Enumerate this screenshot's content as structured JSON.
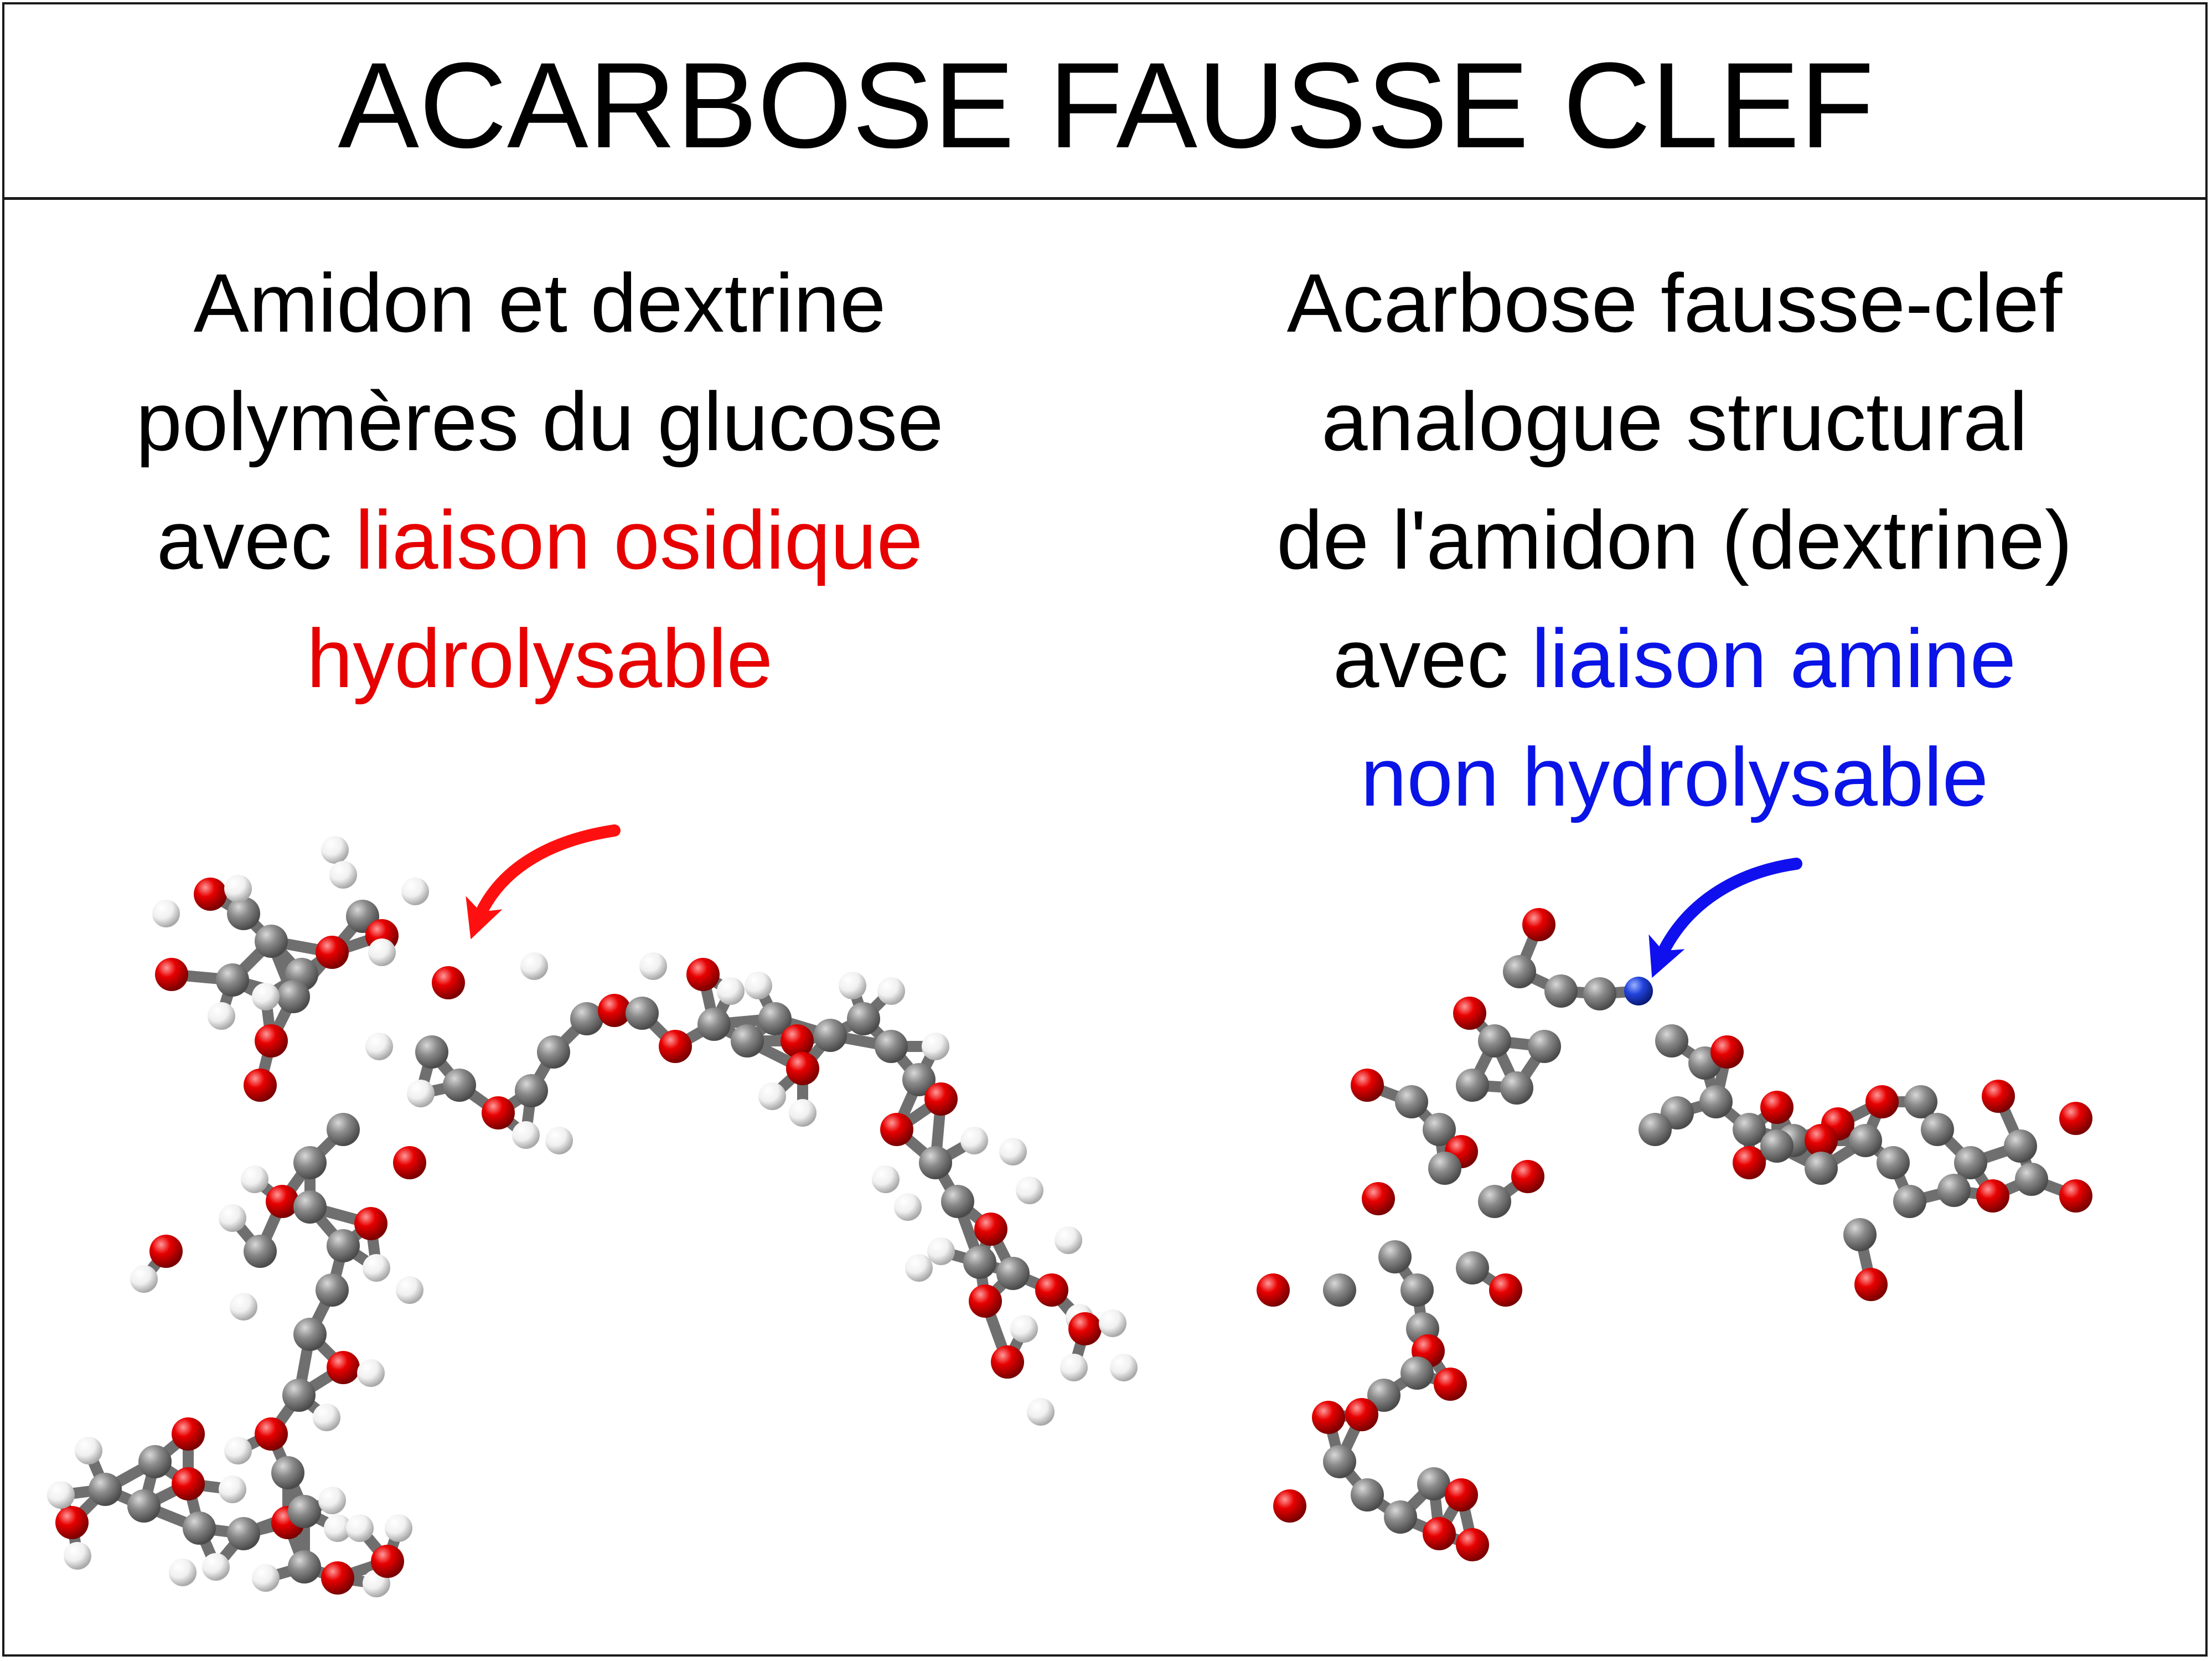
{
  "title": "ACARBOSE FAUSSE CLEF",
  "left_panel": {
    "line1": "Amidon et dextrine",
    "line2": "polymères du glucose",
    "line3_prefix": "avec ",
    "line3_highlight": "liaison osidique",
    "line4_highlight": "hydrolysable",
    "highlight_color": "#e60000",
    "arrow_color": "#ff1010"
  },
  "right_panel": {
    "line1": "Acarbose fausse-clef",
    "line2": "analogue structural",
    "line3": "de l'amidon (dextrine)",
    "line4_prefix": "avec ",
    "line4_highlight": "liaison amine",
    "line5_highlight": "non hydrolysable",
    "highlight_color": "#0a14e6",
    "arrow_color": "#1010ee"
  },
  "atom_colors": {
    "carbon": "#7a7a7a",
    "oxygen": "#e00000",
    "hydrogen": "#f2f2f2",
    "nitrogen": "#2244dd"
  }
}
